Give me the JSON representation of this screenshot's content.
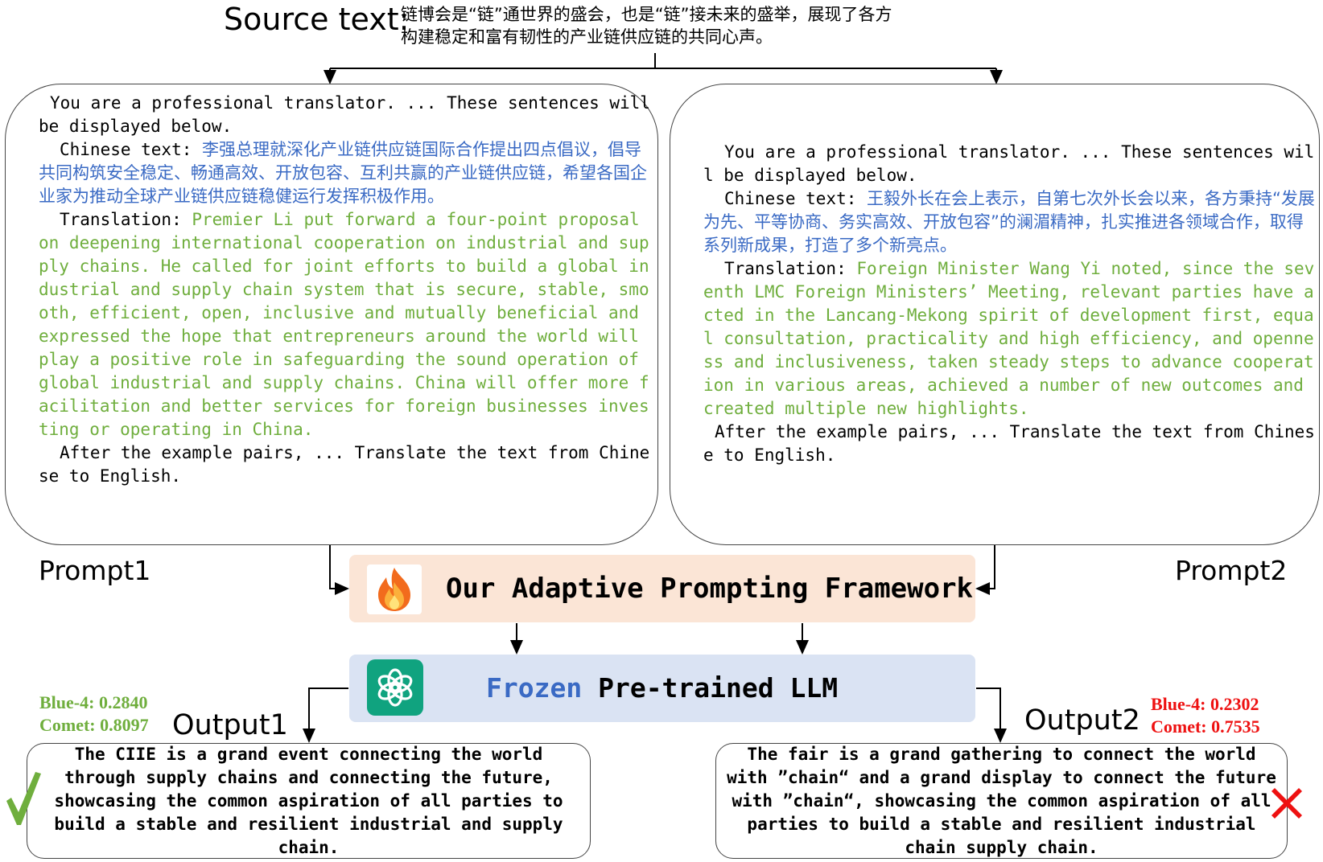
{
  "source": {
    "label": "Source text:",
    "text": "链博会是“链”通世界的盛会，也是“链”接未来的盛举，展现了各方构建稳定和富有韧性的产业链供应链的共同心声。"
  },
  "prompt1": {
    "label": "Prompt1",
    "intro": "You are a professional translator. ... These sentences will be displayed below.",
    "chinese_label": "Chinese text: ",
    "chinese_text": "李强总理就深化产业链供应链国际合作提出四点倡议，倡导共同构筑安全稳定、畅通高效、开放包容、互利共赢的产业链供应链，希望各国企业家为推动全球产业链供应链稳健运行发挥积极作用。",
    "translation_label": "Translation: ",
    "translation_text": "Premier Li put forward a four-point proposal on deepening international cooperation on industrial and supply chains. He called for joint efforts to build a global industrial and supply chain system that is secure, stable, smooth, efficient, open, inclusive and mutually beneficial and expressed the hope that entrepreneurs around the world will play a positive role in safeguarding the sound operation of global industrial and supply chains. China will offer more facilitation and better services for foreign businesses investing or operating in China.",
    "outro": "After the example pairs, ... Translate the text from Chinese to English."
  },
  "prompt2": {
    "label": "Prompt2",
    "intro": "You are a professional translator. ... These sentences will be displayed below.",
    "chinese_label": "Chinese text: ",
    "chinese_text": "王毅外长在会上表示，自第七次外长会以来，各方秉持“发展为先、平等协商、务实高效、开放包容”的澜湄精神，扎实推进各领域合作，取得系列新成果，打造了多个新亮点。",
    "translation_label": "Translation: ",
    "translation_text": "Foreign Minister Wang Yi noted, since the seventh LMC Foreign Ministers’ Meeting, relevant parties have acted in the Lancang-Mekong spirit of development first, equal consultation, practicality and high efficiency, and openness and inclusiveness, taken steady steps to advance cooperation in various areas, achieved a number of new outcomes and created multiple new highlights.",
    "outro": "After the example pairs, ... Translate the text from Chinese to English."
  },
  "framework": {
    "label": "Our Adaptive Prompting Framework",
    "icon": "fire-icon"
  },
  "llm": {
    "frozen": "Frozen",
    "rest": " Pre-trained LLM",
    "icon": "openai-icon"
  },
  "output1": {
    "label": "Output1",
    "bleu": "Blue-4: 0.2840",
    "comet": "Comet: 0.8097",
    "text": "The CIIE is a grand event connecting the world through supply chains and connecting the future, showcasing the common aspiration of all parties to build a stable and resilient industrial and supply chain.",
    "mark": "check-mark-icon"
  },
  "output2": {
    "label": "Output2",
    "bleu": "Blue-4: 0.2302",
    "comet": "Comet: 0.7535",
    "text": "The fair is a grand gathering to connect the world with ”chain“ and a grand display to connect the future with ”chain“, showcasing the common aspiration of all parties to build a stable and resilient industrial chain supply chain.",
    "mark": "cross-mark-icon"
  },
  "colors": {
    "chinese_text": "#3a6ac4",
    "translation_text": "#6fae3d",
    "framework_bg": "#fbe5d6",
    "llm_bg": "#dae3f3",
    "good_score": "#6fae3d",
    "bad_score": "#ee1111"
  }
}
